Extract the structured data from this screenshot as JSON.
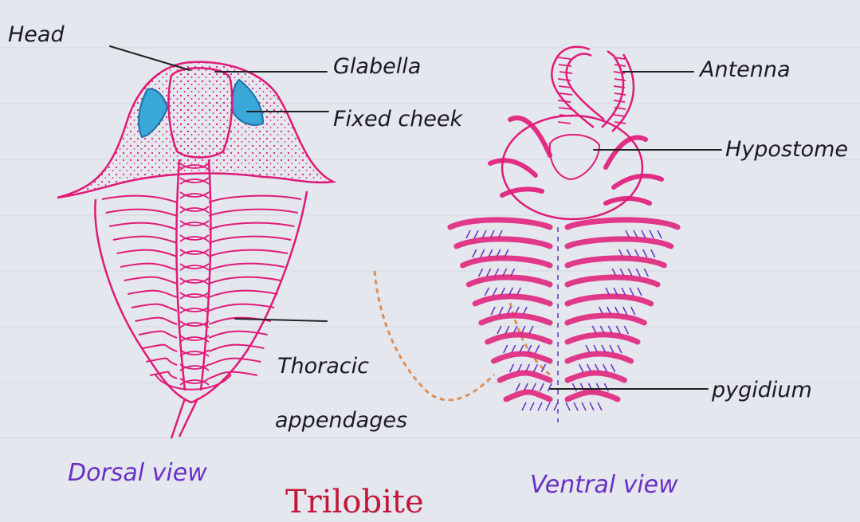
{
  "labels": {
    "head": "Head",
    "glabella": "Glabella",
    "fixed_cheek": "Fixed cheek",
    "antenna": "Antenna",
    "hypostome": "Hypostome",
    "thoracic_appendages_line1": "Thoracic",
    "thoracic_appendages_line2": "appendages",
    "pygidium": "pygidium",
    "dorsal_view": "Dorsal view",
    "ventral_view": "Ventral view",
    "title": "Trilobite"
  },
  "colors": {
    "paper": "#e4e7ee",
    "drawing_ink": "#e01a78",
    "cheek_fill": "#3aa8d8",
    "view_caption": "#6a2fc4",
    "title_ink": "#c4163a",
    "leader_lines": "#222222",
    "orange_stain": "#d9742a"
  }
}
